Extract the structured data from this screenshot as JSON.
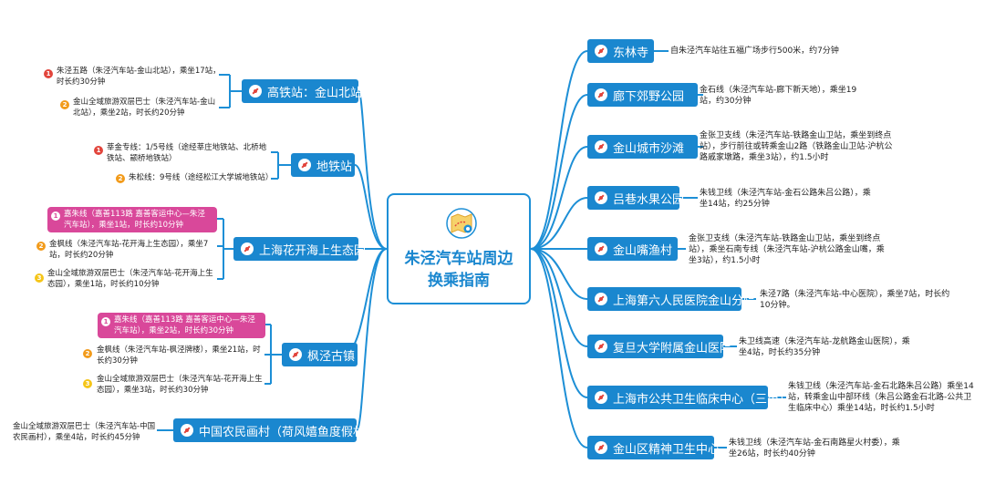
{
  "title": "朱泾汽车站周边换乘指南",
  "title_line1": "朱泾汽车站周边",
  "title_line2": "换乘指南",
  "icons": {
    "center": "map-icon",
    "node": "pin-icon"
  },
  "colors": {
    "node": "#1a87cf",
    "line": "#1d8fd6",
    "highlight": "#d9489a"
  },
  "right": [
    {
      "label": "东林寺",
      "desc": "自朱泾汽车站往五福广场步行500米，约7分钟"
    },
    {
      "label": "廊下郊野公园",
      "desc": "金石线（朱泾汽车站-廊下新天地），乘坐19站，约30分钟"
    },
    {
      "label": "金山城市沙滩",
      "desc": "金张卫支线（朱泾汽车站-铁路金山卫站，乘坐到终点站），步行前往或转乘金山2路（铁路金山卫站-沪杭公路戚家墩路，乘坐3站），约1.5小时"
    },
    {
      "label": "吕巷水果公园",
      "desc": "朱钱卫线（朱泾汽车站-金石公路朱吕公路），乘坐14站，约25分钟"
    },
    {
      "label": "金山嘴渔村",
      "desc": "金张卫支线（朱泾汽车站-铁路金山卫站，乘坐到终点站），乘坐石南专线（朱泾汽车站-沪杭公路金山嘴，乘坐3站），约1.5小时"
    },
    {
      "label": "上海第六人民医院金山分院",
      "desc": "朱泾7路（朱泾汽车站-中心医院），乘坐7站，时长约10分钟。"
    },
    {
      "label": "复旦大学附属金山医院",
      "desc": "朱卫线高速（朱泾汽车站-龙航路金山医院），乘坐4站，时长约35分钟"
    },
    {
      "label": "上海市公共卫生临床中心（三甲）",
      "desc": "朱钱卫线（朱泾汽车站-金石北路朱吕公路）乘坐14站，转乘金山中部环线（朱吕公路金石北路-公共卫生临床中心）乘坐14站，时长约1.5小时"
    },
    {
      "label": "金山区精神卫生中心",
      "desc": "朱钱卫线（朱泾汽车站-金石南路星火村委），乘坐26站，时长约40分钟"
    }
  ],
  "left": [
    {
      "label": "高铁站：金山北站",
      "items": [
        {
          "n": "1",
          "text": "朱泾五路（朱泾汽车站-金山北站），乘坐17站，时长约30分钟"
        },
        {
          "n": "2",
          "text": "金山全域旅游双层巴士（朱泾汽车站-金山北站），乘坐2站，时长约20分钟"
        }
      ]
    },
    {
      "label": "地铁站",
      "items": [
        {
          "n": "1",
          "text": "莘金专线：1/5号线（途经莘庄地铁站、北桥地铁站、颛桥地铁站）"
        },
        {
          "n": "2",
          "text": "朱松线：9号线（途经松江大学城地铁站）"
        }
      ]
    },
    {
      "label": "上海花开海上生态园",
      "items": [
        {
          "n": "1",
          "text": "嘉朱线（嘉善113路 嘉善客运中心—朱泾汽车站），乘坐1站，时长约10分钟"
        },
        {
          "n": "2",
          "text": "金枫线（朱泾汽车站-花开海上生态园），乘坐7站，时长约20分钟"
        },
        {
          "n": "3",
          "text": "金山全域旅游双层巴士（朱泾汽车站-花开海上生态园），乘坐1站，时长约10分钟"
        }
      ]
    },
    {
      "label": "枫泾古镇",
      "items": [
        {
          "n": "1",
          "text": "嘉朱线（嘉善113路 嘉善客运中心—朱泾汽车站），乘坐2站，时长约30分钟"
        },
        {
          "n": "2",
          "text": "金枫线（朱泾汽车站-枫泾牌楼），乘坐21站，时长约30分钟"
        },
        {
          "n": "3",
          "text": "金山全域旅游双层巴士（朱泾汽车站-花开海上生态园），乘坐3站，时长约30分钟"
        }
      ]
    },
    {
      "label": "中国农民画村（荷风嬉鱼度假村）",
      "desc": "金山全域旅游双层巴士（朱泾汽车站-中国农民画村），乘坐4站，时长约45分钟"
    }
  ]
}
